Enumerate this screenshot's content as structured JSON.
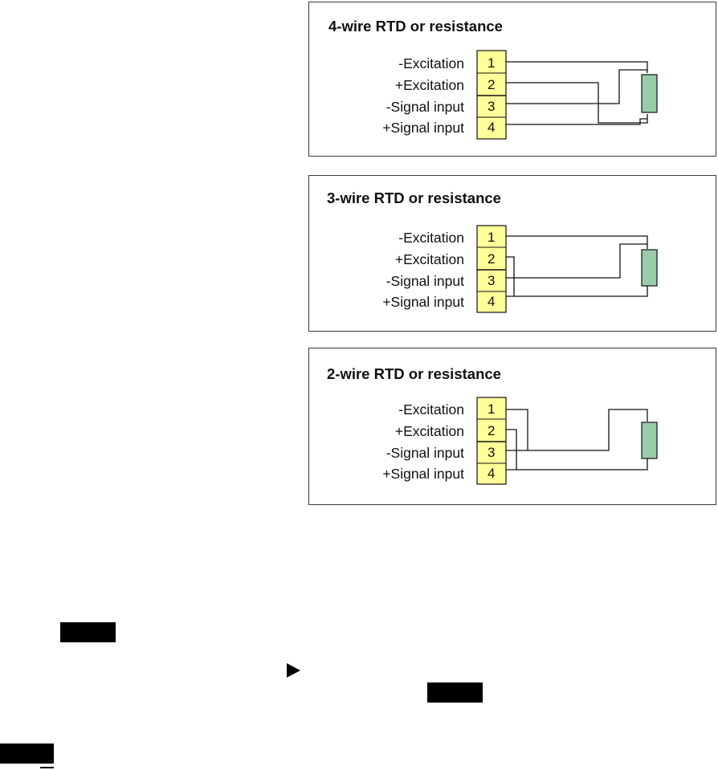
{
  "panels": [
    {
      "title": "4-wire RTD or resistance",
      "terminals": [
        {
          "label": "-Excitation",
          "number": "1"
        },
        {
          "label": "+Excitation",
          "number": "2"
        },
        {
          "label": "-Signal input",
          "number": "3"
        },
        {
          "label": "+Signal input",
          "number": "4"
        }
      ]
    },
    {
      "title": "3-wire RTD or resistance",
      "terminals": [
        {
          "label": "-Excitation",
          "number": "1"
        },
        {
          "label": "+Excitation",
          "number": "2"
        },
        {
          "label": "-Signal input",
          "number": "3"
        },
        {
          "label": "+Signal input",
          "number": "4"
        }
      ]
    },
    {
      "title": "2-wire RTD or resistance",
      "terminals": [
        {
          "label": "-Excitation",
          "number": "1"
        },
        {
          "label": "+Excitation",
          "number": "2"
        },
        {
          "label": "-Signal input",
          "number": "3"
        },
        {
          "label": "+Signal input",
          "number": "4"
        }
      ]
    }
  ],
  "colors": {
    "terminal_fill": "#ffff99",
    "resistor_fill": "#99ccaa",
    "wire": "#111111",
    "border": "#3a3a3a"
  },
  "icons": {
    "arrow": "play-arrow-icon"
  }
}
